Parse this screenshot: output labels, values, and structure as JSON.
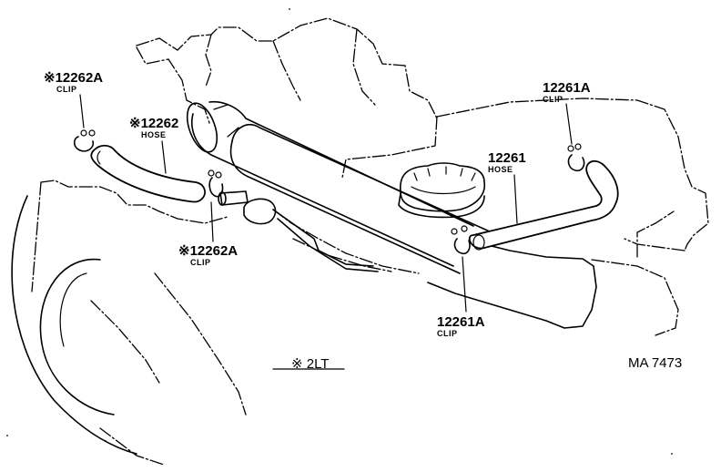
{
  "labels": {
    "clip_12262a_top": {
      "part": "※12262A",
      "name": "CLIP"
    },
    "hose_12262": {
      "part": "※12262",
      "name": "HOSE"
    },
    "clip_12262a_bottom": {
      "part": "※12262A",
      "name": "CLIP"
    },
    "clip_12261a_top": {
      "part": "12261A",
      "name": "CLIP"
    },
    "hose_12261": {
      "part": "12261",
      "name": "HOSE"
    },
    "clip_12261a_bottom": {
      "part": "12261A",
      "name": "CLIP"
    }
  },
  "note": "※ 2LT",
  "code": "MA 7473",
  "colors": {
    "line": "#000000",
    "background": "#ffffff"
  }
}
